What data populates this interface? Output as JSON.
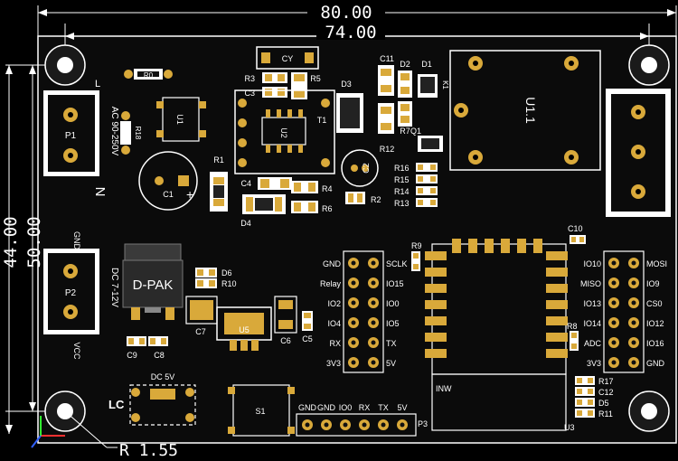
{
  "dimensions": {
    "width_total": "80.00",
    "width_holes": "74.00",
    "height_total": "50.00",
    "height_holes": "44.00",
    "hole_radius": "R 1.55"
  },
  "labels": {
    "ac_input": "AC 90-250V",
    "n_label": "N",
    "l_label": "L",
    "p1": "P1",
    "p2": "P2",
    "gnd_top": "GND",
    "vcc": "VCC",
    "dc_input": "DC 7-12V",
    "dpak": "D-PAK",
    "u1": "U1",
    "u2": "U2",
    "u3": "U3",
    "u5": "U5",
    "u11": "U1.1",
    "r0": "R0",
    "r1": "R1",
    "r2": "R2",
    "r3": "R3",
    "r4": "R4",
    "r5": "R5",
    "r6": "R6",
    "r7": "R7",
    "r8": "R8",
    "r9": "R9",
    "r10": "R10",
    "r11": "R11",
    "r12": "R12",
    "r13": "R13",
    "r14": "R14",
    "r15": "R15",
    "r16": "R16",
    "r17": "R17",
    "r18": "R18",
    "c1": "C1",
    "c2": "C2",
    "c3": "C3",
    "c4": "C4",
    "c5": "C5",
    "c6": "C6",
    "c7": "C7",
    "c8": "C8",
    "c9": "C9",
    "c10": "C10",
    "c11": "C11",
    "c12": "C12",
    "cy": "CY",
    "d1": "D1",
    "d2": "D2",
    "d3": "D3",
    "d4": "D4",
    "d5": "D5",
    "d6": "D6",
    "q1": "Q1",
    "t1": "T1",
    "k1": "K1",
    "s1": "S1",
    "p3": "P3",
    "dc5v": "DC 5V",
    "lc": "LC",
    "mwi": "INW"
  },
  "header_left": [
    "GND",
    "Relay",
    "IO2",
    "IO4",
    "RX",
    "3V3"
  ],
  "header_mid": [
    "SCLK",
    "IO15",
    "IO0",
    "IO5",
    "TX",
    "5V"
  ],
  "header_spi_left": [
    "IO10",
    "MISO",
    "IO13",
    "IO14",
    "ADC",
    "3V3"
  ],
  "header_spi_right": [
    "MOSI",
    "IO9",
    "CS0",
    "IO12",
    "IO16",
    "GND"
  ],
  "bottom_header": [
    "GND",
    "GND",
    "IO0",
    "RX",
    "TX",
    "5V"
  ],
  "colors": {
    "board": "#0a0a0a",
    "pad": "#d9a93a",
    "silk": "#ffffff",
    "component": "#2a2a2a"
  }
}
